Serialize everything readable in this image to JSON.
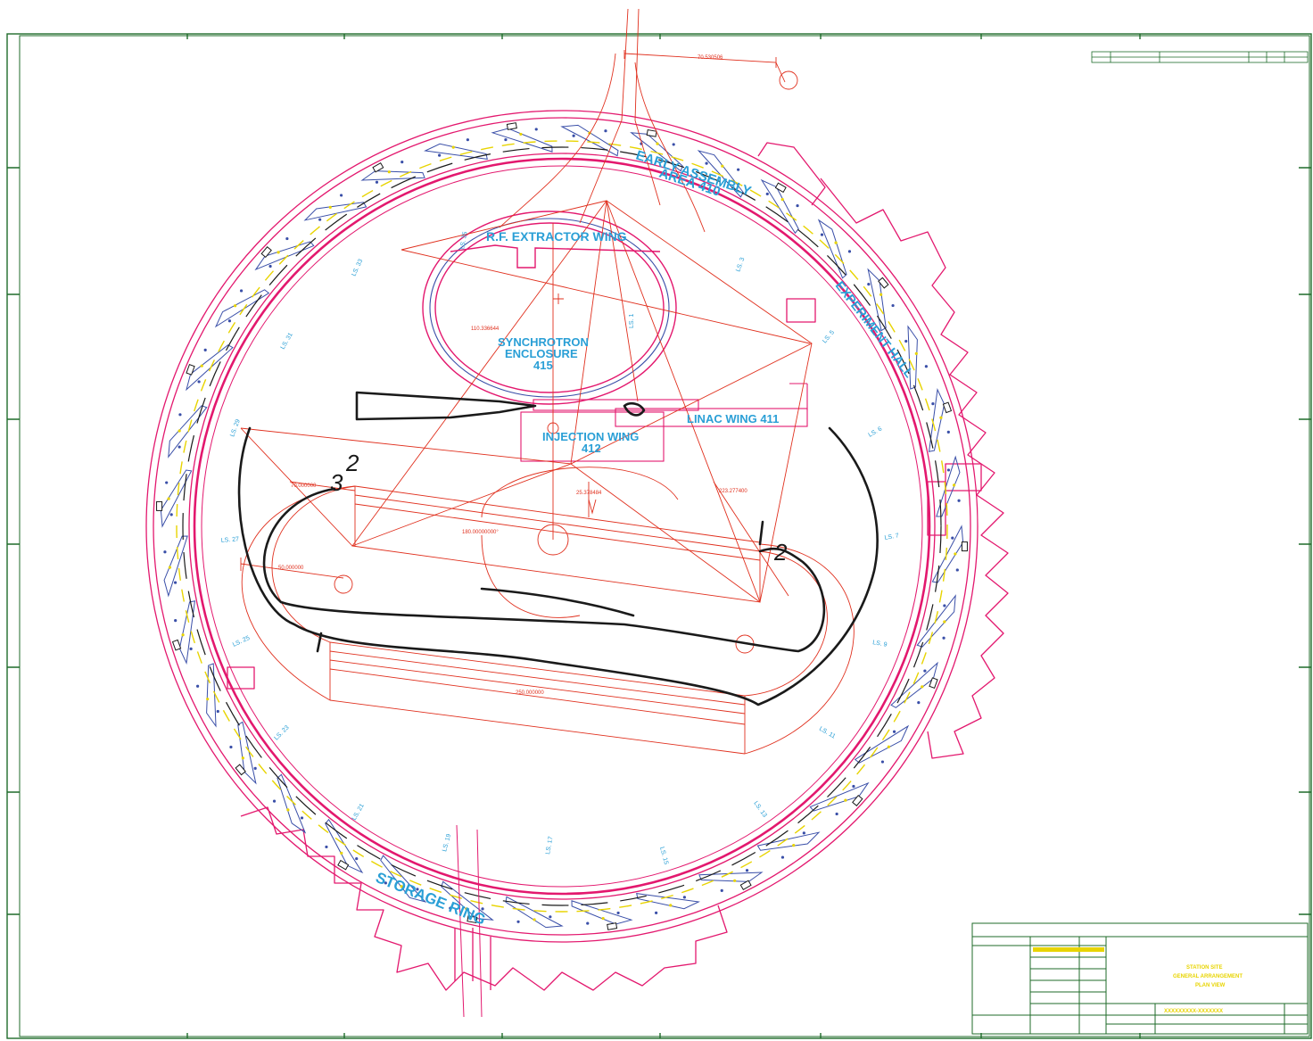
{
  "colors": {
    "border": "#1f6b2a",
    "building": "#e3186e",
    "construction": "#e0301e",
    "label": "#2a9fd6",
    "magnet": "#3a4fa8",
    "markup": "#1a1a1a",
    "highlight": "#e8d400"
  },
  "labels": {
    "early_assembly_line1": "EARLY ASSEMBLY",
    "early_assembly_line2": "AREA 410",
    "rf_extractor": "R.F. EXTRACTOR WING",
    "synchrotron_line1": "SYNCHROTRON",
    "synchrotron_line2": "ENCLOSURE",
    "synchrotron_line3": "415",
    "linac": "LINAC WING 411",
    "injection_line1": "INJECTION WING",
    "injection_line2": "412",
    "experiment": "EXPERIMENT HALL",
    "storage_ring": "STORAGE RING"
  },
  "dimensions": {
    "top": "70.530506",
    "synch": "110.336644",
    "left": "70.000000",
    "angle": "180.00000000°",
    "center": "25.378484",
    "right": "223.277400",
    "radius": "50.000000",
    "bottom": "250.000000"
  },
  "sectors": {
    "s1": "LS. 1",
    "s2": "LS. 3",
    "s3": "LS. 5",
    "s4": "LS. 6",
    "s5": "LS. 7",
    "s6": "LS. 9",
    "s7": "LS. 11",
    "s8": "LS. 13",
    "s9": "LS. 15",
    "s10": "LS. 17",
    "s11": "LS. 19",
    "s12": "LS. 21",
    "s13": "LS. 23",
    "s14": "LS. 25",
    "s15": "LS. 27",
    "s16": "LS. 29",
    "s17": "LS. 31",
    "s18": "LS. 33",
    "s19": "LS. 35"
  },
  "title_block": {
    "line1": "STATION SITE",
    "line2": "GENERAL ARRANGEMENT",
    "line3": "PLAN VIEW",
    "drawing_number": "XXXXXXXXX-XXXXXXX"
  },
  "markup_marks": {
    "m1": "2",
    "m2": "2",
    "m3": "3"
  }
}
